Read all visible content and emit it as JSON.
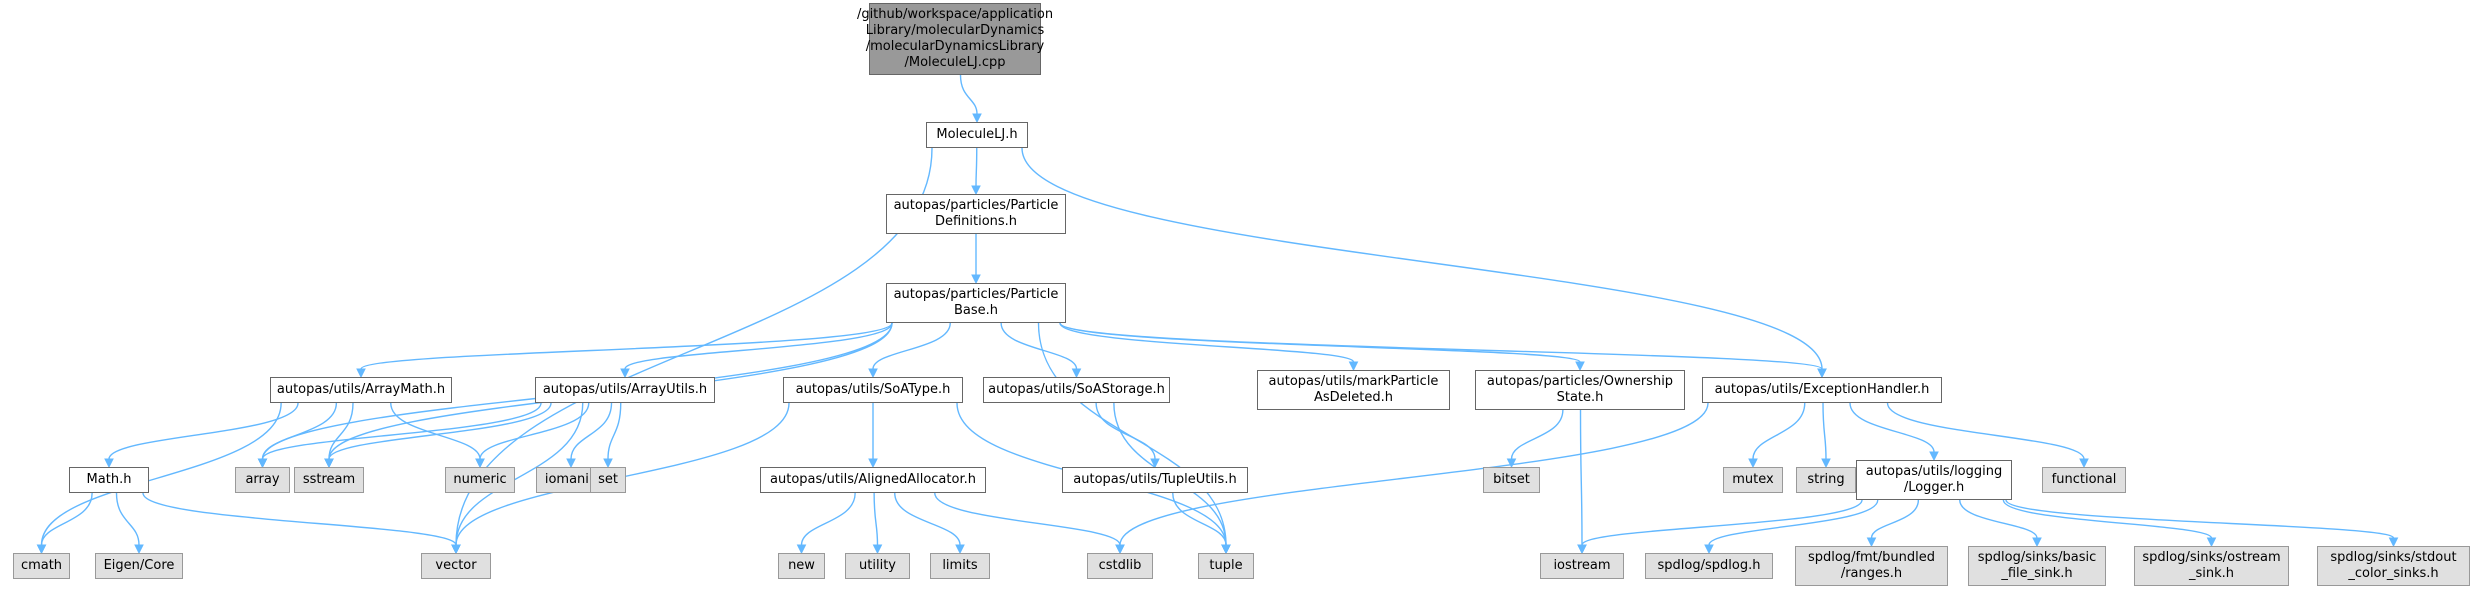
{
  "diagram": {
    "nodes": [
      {
        "id": "root",
        "kind": "root",
        "lines": [
          "/github/workspace/application",
          "Library/molecularDynamics",
          "/molecularDynamicsLibrary",
          "/MoleculeLJ.cpp"
        ]
      },
      {
        "id": "moleculelj-h",
        "kind": "file",
        "lines": [
          "MoleculeLJ.h"
        ]
      },
      {
        "id": "particle-definitions",
        "kind": "file",
        "lines": [
          "autopas/particles/Particle",
          "Definitions.h"
        ]
      },
      {
        "id": "particle-base",
        "kind": "file",
        "lines": [
          "autopas/particles/Particle",
          "Base.h"
        ]
      },
      {
        "id": "array-math",
        "kind": "file",
        "lines": [
          "autopas/utils/ArrayMath.h"
        ]
      },
      {
        "id": "array-utils",
        "kind": "file",
        "lines": [
          "autopas/utils/ArrayUtils.h"
        ]
      },
      {
        "id": "soa-type",
        "kind": "file",
        "lines": [
          "autopas/utils/SoAType.h"
        ]
      },
      {
        "id": "soa-storage",
        "kind": "file",
        "lines": [
          "autopas/utils/SoAStorage.h"
        ]
      },
      {
        "id": "mark-particle",
        "kind": "file",
        "lines": [
          "autopas/utils/markParticle",
          "AsDeleted.h"
        ]
      },
      {
        "id": "ownership-state",
        "kind": "file",
        "lines": [
          "autopas/particles/Ownership",
          "State.h"
        ]
      },
      {
        "id": "exception-handler",
        "kind": "file",
        "lines": [
          "autopas/utils/ExceptionHandler.h"
        ]
      },
      {
        "id": "math-h",
        "kind": "file",
        "lines": [
          "Math.h"
        ]
      },
      {
        "id": "aligned-allocator",
        "kind": "file",
        "lines": [
          "autopas/utils/AlignedAllocator.h"
        ]
      },
      {
        "id": "tuple-utils",
        "kind": "file",
        "lines": [
          "autopas/utils/TupleUtils.h"
        ]
      },
      {
        "id": "logger",
        "kind": "file",
        "lines": [
          "autopas/utils/logging",
          "/Logger.h"
        ]
      },
      {
        "id": "array",
        "kind": "sys",
        "lines": [
          "array"
        ]
      },
      {
        "id": "sstream",
        "kind": "sys",
        "lines": [
          "sstream"
        ]
      },
      {
        "id": "numeric",
        "kind": "sys",
        "lines": [
          "numeric"
        ]
      },
      {
        "id": "iomanip",
        "kind": "sys",
        "lines": [
          "iomanip"
        ]
      },
      {
        "id": "set",
        "kind": "sys",
        "lines": [
          "set"
        ]
      },
      {
        "id": "bitset",
        "kind": "sys",
        "lines": [
          "bitset"
        ]
      },
      {
        "id": "mutex",
        "kind": "sys",
        "lines": [
          "mutex"
        ]
      },
      {
        "id": "string",
        "kind": "sys",
        "lines": [
          "string"
        ]
      },
      {
        "id": "functional",
        "kind": "sys",
        "lines": [
          "functional"
        ]
      },
      {
        "id": "cmath",
        "kind": "sys",
        "lines": [
          "cmath"
        ]
      },
      {
        "id": "eigen-core",
        "kind": "sys",
        "lines": [
          "Eigen/Core"
        ]
      },
      {
        "id": "vector",
        "kind": "sys",
        "lines": [
          "vector"
        ]
      },
      {
        "id": "new",
        "kind": "sys",
        "lines": [
          "new"
        ]
      },
      {
        "id": "utility",
        "kind": "sys",
        "lines": [
          "utility"
        ]
      },
      {
        "id": "limits",
        "kind": "sys",
        "lines": [
          "limits"
        ]
      },
      {
        "id": "cstdlib",
        "kind": "sys",
        "lines": [
          "cstdlib"
        ]
      },
      {
        "id": "tuple",
        "kind": "sys",
        "lines": [
          "tuple"
        ]
      },
      {
        "id": "iostream",
        "kind": "sys",
        "lines": [
          "iostream"
        ]
      },
      {
        "id": "spdlog-h",
        "kind": "sys",
        "lines": [
          "spdlog/spdlog.h"
        ]
      },
      {
        "id": "fmt-ranges",
        "kind": "sys",
        "lines": [
          "spdlog/fmt/bundled",
          "/ranges.h"
        ]
      },
      {
        "id": "basic-file-sink",
        "kind": "sys",
        "lines": [
          "spdlog/sinks/basic",
          "_file_sink.h"
        ]
      },
      {
        "id": "ostream-sink",
        "kind": "sys",
        "lines": [
          "spdlog/sinks/ostream",
          "_sink.h"
        ]
      },
      {
        "id": "stdout-color-sinks",
        "kind": "sys",
        "lines": [
          "spdlog/sinks/stdout",
          "_color_sinks.h"
        ]
      }
    ],
    "edges": [
      [
        "root",
        "moleculelj-h"
      ],
      [
        "moleculelj-h",
        "particle-definitions"
      ],
      [
        "moleculelj-h",
        "vector"
      ],
      [
        "moleculelj-h",
        "exception-handler"
      ],
      [
        "particle-definitions",
        "particle-base"
      ],
      [
        "particle-base",
        "array-math"
      ],
      [
        "particle-base",
        "array-utils"
      ],
      [
        "particle-base",
        "soa-type"
      ],
      [
        "particle-base",
        "soa-storage"
      ],
      [
        "particle-base",
        "mark-particle"
      ],
      [
        "particle-base",
        "ownership-state"
      ],
      [
        "particle-base",
        "exception-handler"
      ],
      [
        "particle-base",
        "array"
      ],
      [
        "particle-base",
        "sstream"
      ],
      [
        "particle-base",
        "tuple"
      ],
      [
        "array-math",
        "math-h"
      ],
      [
        "array-math",
        "array"
      ],
      [
        "array-math",
        "sstream"
      ],
      [
        "array-math",
        "numeric"
      ],
      [
        "array-math",
        "cmath"
      ],
      [
        "array-utils",
        "array"
      ],
      [
        "array-utils",
        "sstream"
      ],
      [
        "array-utils",
        "numeric"
      ],
      [
        "array-utils",
        "iomanip"
      ],
      [
        "array-utils",
        "set"
      ],
      [
        "array-utils",
        "vector"
      ],
      [
        "math-h",
        "cmath"
      ],
      [
        "math-h",
        "eigen-core"
      ],
      [
        "math-h",
        "vector"
      ],
      [
        "soa-type",
        "aligned-allocator"
      ],
      [
        "soa-type",
        "vector"
      ],
      [
        "soa-type",
        "tuple"
      ],
      [
        "soa-storage",
        "tuple-utils"
      ],
      [
        "soa-storage",
        "tuple"
      ],
      [
        "aligned-allocator",
        "new"
      ],
      [
        "aligned-allocator",
        "utility"
      ],
      [
        "aligned-allocator",
        "limits"
      ],
      [
        "aligned-allocator",
        "cstdlib"
      ],
      [
        "tuple-utils",
        "tuple"
      ],
      [
        "ownership-state",
        "bitset"
      ],
      [
        "ownership-state",
        "iostream"
      ],
      [
        "exception-handler",
        "cstdlib"
      ],
      [
        "exception-handler",
        "mutex"
      ],
      [
        "exception-handler",
        "string"
      ],
      [
        "exception-handler",
        "functional"
      ],
      [
        "exception-handler",
        "logger"
      ],
      [
        "logger",
        "iostream"
      ],
      [
        "logger",
        "spdlog-h"
      ],
      [
        "logger",
        "fmt-ranges"
      ],
      [
        "logger",
        "basic-file-sink"
      ],
      [
        "logger",
        "ostream-sink"
      ],
      [
        "logger",
        "stdout-color-sinks"
      ]
    ]
  },
  "colors": {
    "edge": "#63b8ff",
    "root_fill": "#999999",
    "root_border": "#666666",
    "file_fill": "#ffffff",
    "file_border": "#666666",
    "sys_fill": "#e0e0e0",
    "sys_border": "#999999"
  }
}
